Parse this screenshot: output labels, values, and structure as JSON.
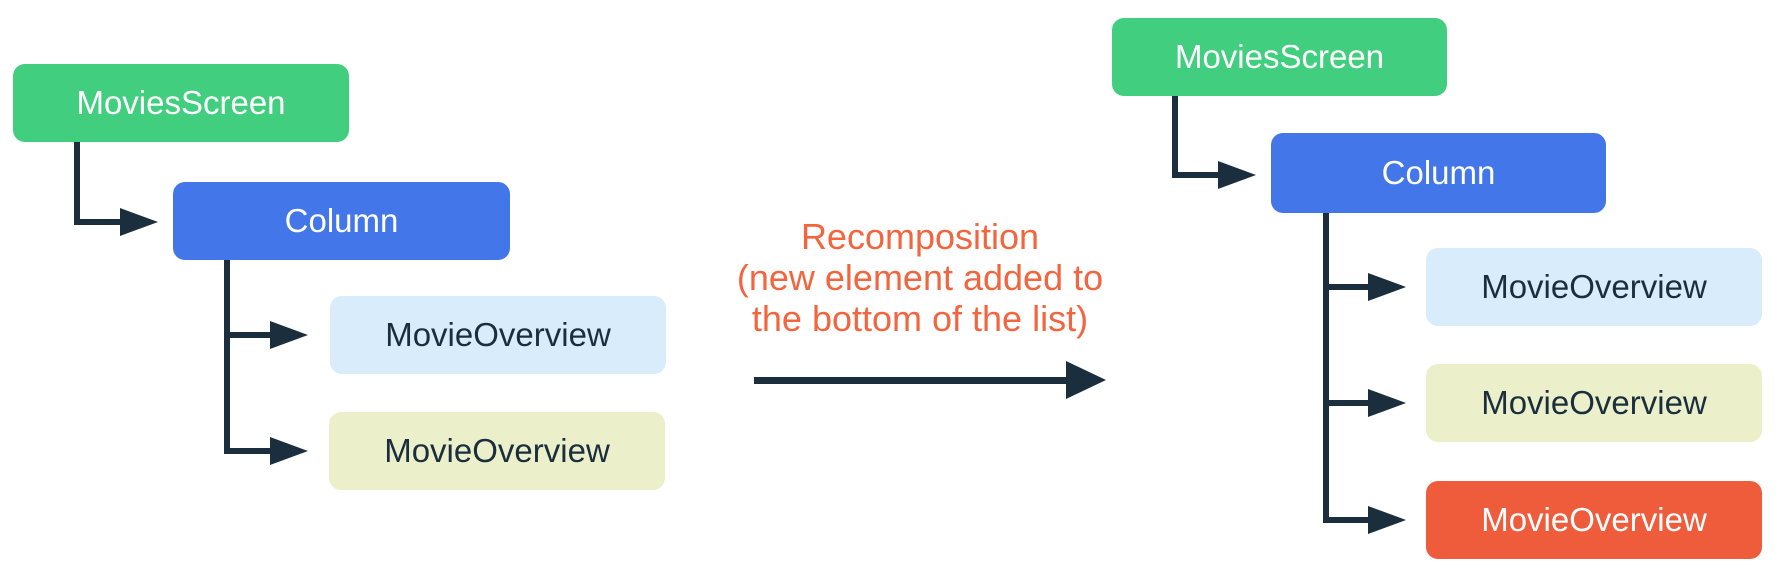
{
  "annotation": {
    "lines": [
      "Recomposition",
      "(new element added to",
      "the bottom of the list)"
    ]
  },
  "before_tree": {
    "root": "MoviesScreen",
    "container": "Column",
    "children": [
      "MovieOverview",
      "MovieOverview"
    ]
  },
  "after_tree": {
    "root": "MoviesScreen",
    "container": "Column",
    "children": [
      "MovieOverview",
      "MovieOverview",
      "MovieOverview"
    ]
  },
  "colors": {
    "root_green": "#41CE7E",
    "container_blue": "#4376E8",
    "child_light_blue": "#D8ECFB",
    "child_pale_yellow": "#EBF0CB",
    "child_new_orange": "#EE5C3B",
    "connector_dark": "#1A2E3D",
    "annotation_orange": "#F2653F",
    "background": "#FFFFFF"
  }
}
